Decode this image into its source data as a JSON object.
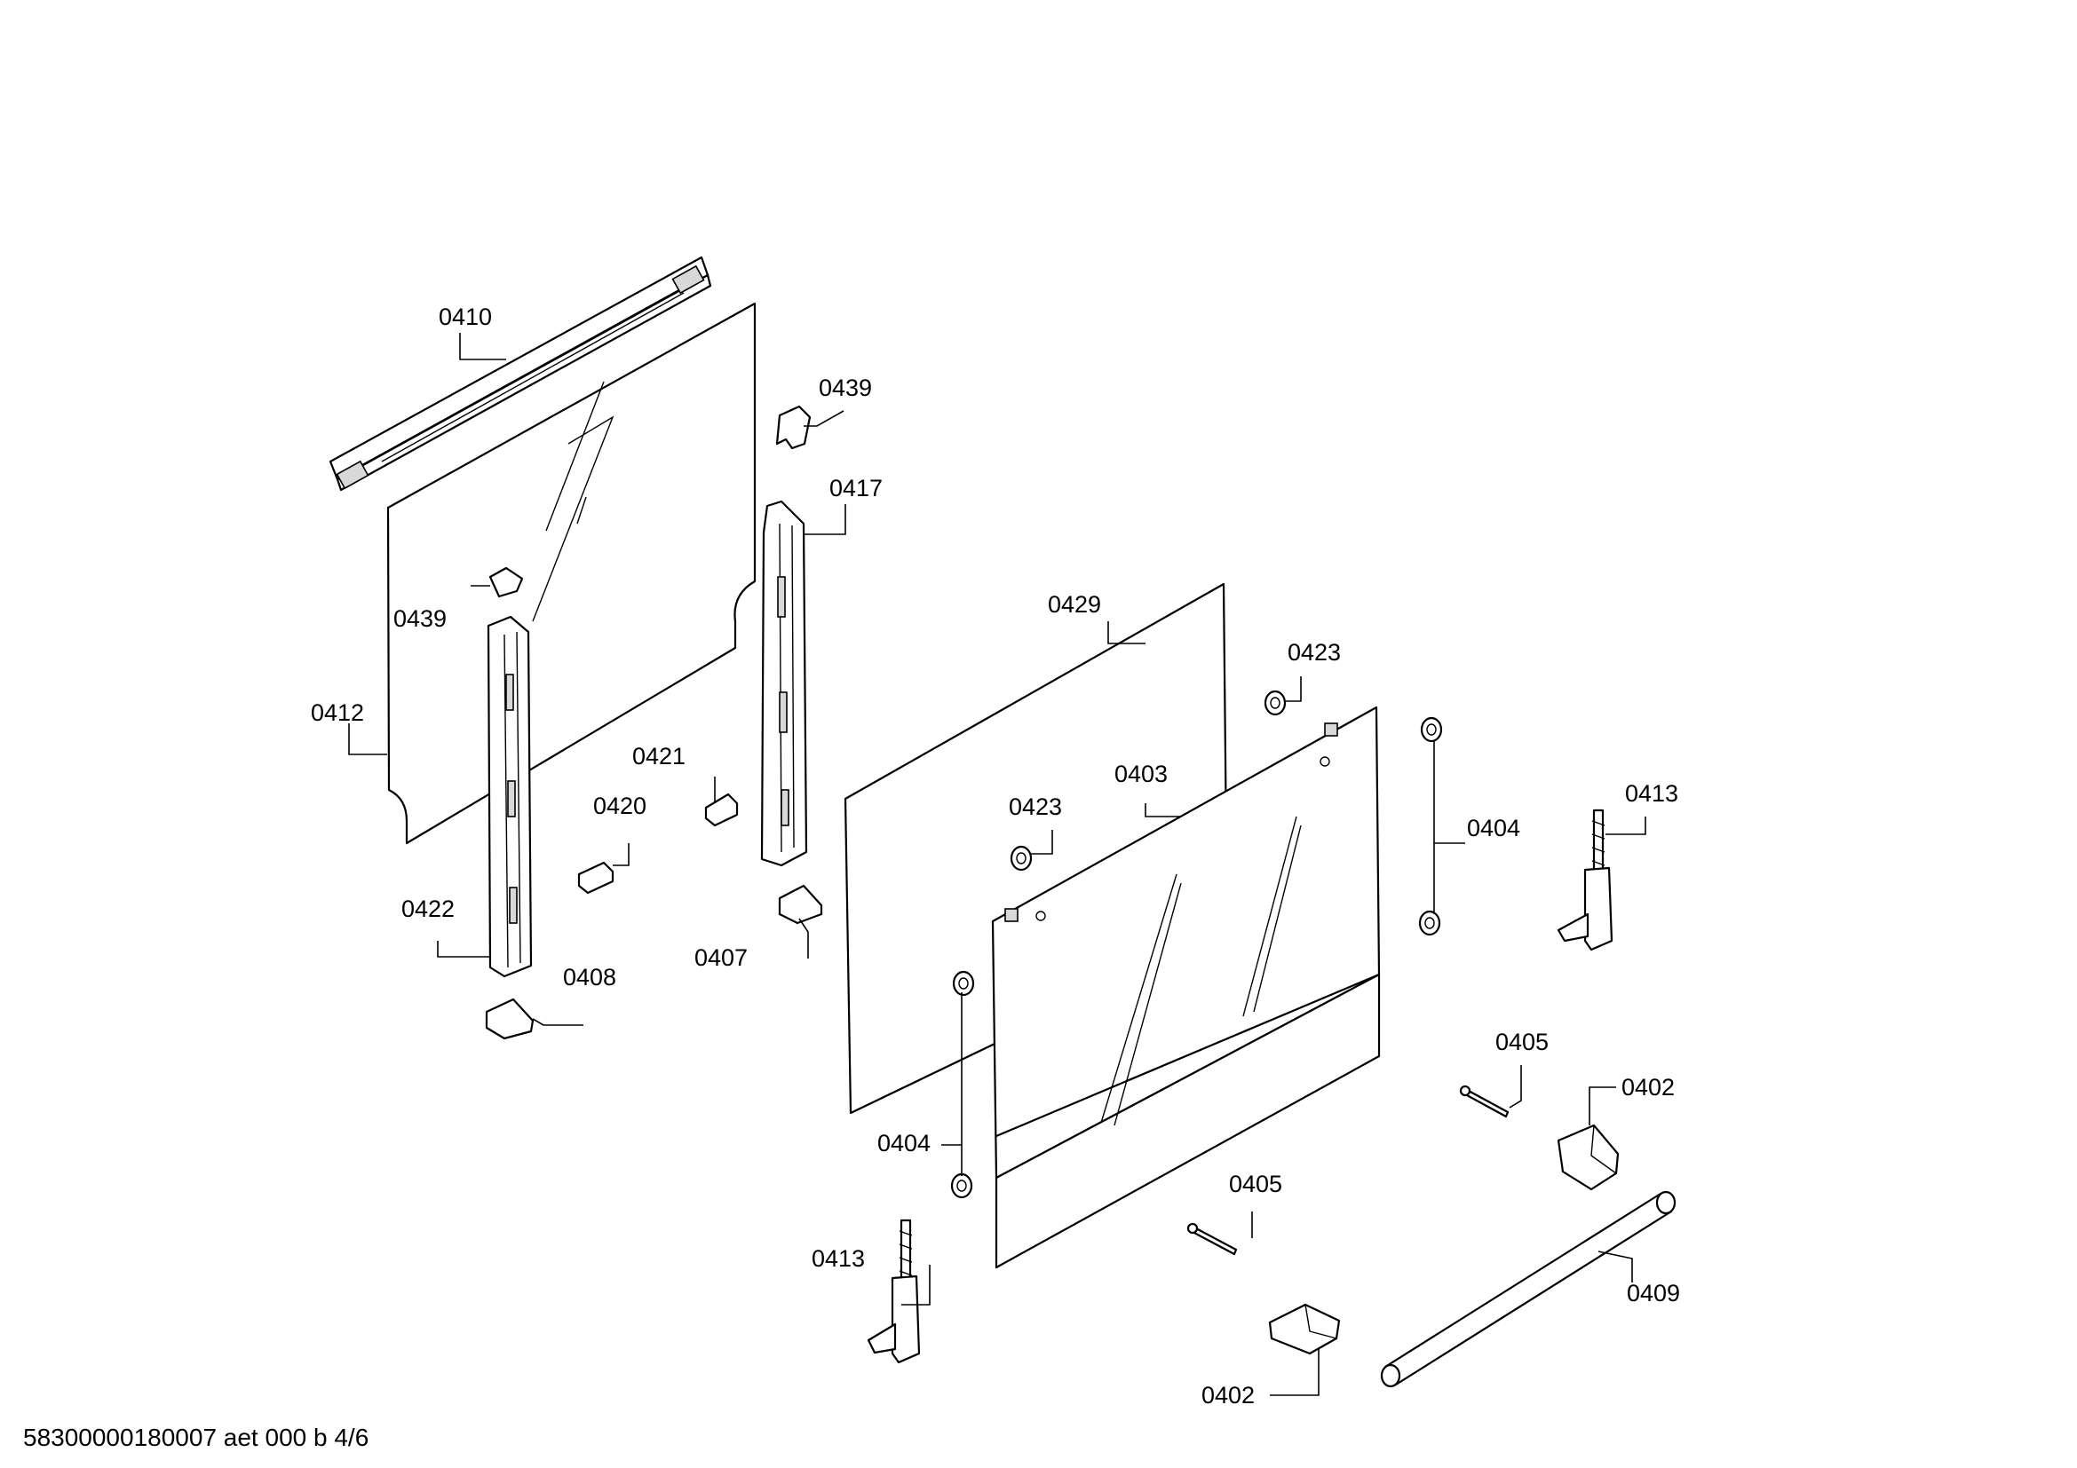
{
  "doc_code": "58300000180007 aet 000 b 4/6",
  "labels": {
    "p0410": "0410",
    "p0439a": "0439",
    "p0439b": "0439",
    "p0417": "0417",
    "p0412": "0412",
    "p0429": "0429",
    "p0423a": "0423",
    "p0423b": "0423",
    "p0421": "0421",
    "p0420": "0420",
    "p0403": "0403",
    "p0404a": "0404",
    "p0404b": "0404",
    "p0413a": "0413",
    "p0413b": "0413",
    "p0422": "0422",
    "p0407": "0407",
    "p0408": "0408",
    "p0405a": "0405",
    "p0405b": "0405",
    "p0402a": "0402",
    "p0402b": "0402",
    "p0409": "0409"
  }
}
